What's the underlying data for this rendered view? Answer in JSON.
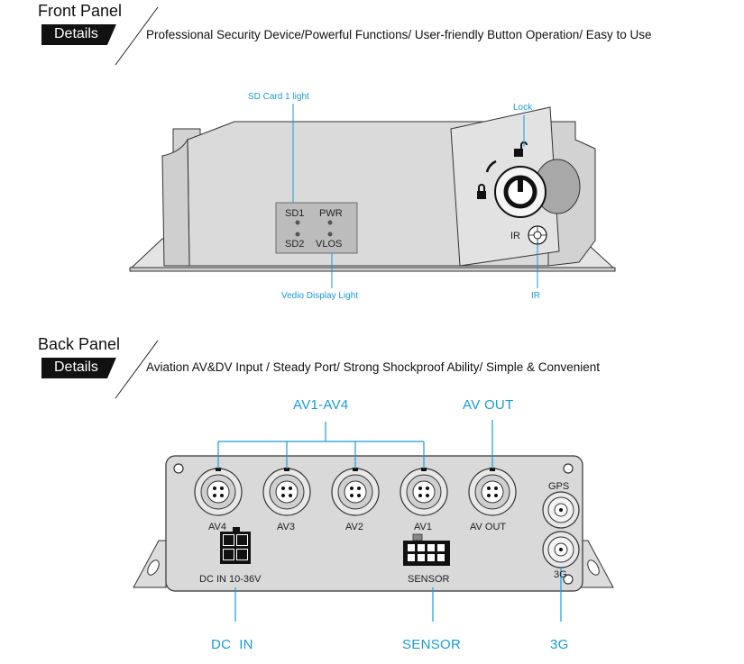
{
  "front": {
    "title": "Front Panel",
    "tag": "Details",
    "tagline": "Professional Security Device/Powerful Functions/ User-friendly Button Operation/ Easy to Use",
    "callouts": {
      "sd_card": "SD Card 1 light",
      "lock": "Lock",
      "video_light": "Vedio Display Light",
      "ir": "IR"
    },
    "leds": {
      "sd1": "SD1",
      "pwr": "PWR",
      "sd2": "SD2",
      "vlos": "VLOS"
    },
    "ir_label": "IR"
  },
  "back": {
    "title": "Back Panel",
    "tag": "Details",
    "tagline": "Aviation AV&DV Input / Steady Port/ Strong Shockproof Ability/ Simple & Convenient",
    "callouts": {
      "av_inputs": "AV1-AV4",
      "av_out": "AV OUT",
      "dc_in": "DC  IN",
      "sensor": "SENSOR",
      "g3": "3G"
    },
    "ports": {
      "av4": "AV4",
      "av3": "AV3",
      "av2": "AV2",
      "av1": "AV1",
      "av_out": "AV OUT",
      "gps": "GPS",
      "g3": "3G",
      "dc_in": "DC IN 10-36V",
      "sensor": "SENSOR"
    }
  },
  "colors": {
    "accent": "#1a9bd7",
    "device_body": "#d9d9d9",
    "outline": "#333333"
  }
}
